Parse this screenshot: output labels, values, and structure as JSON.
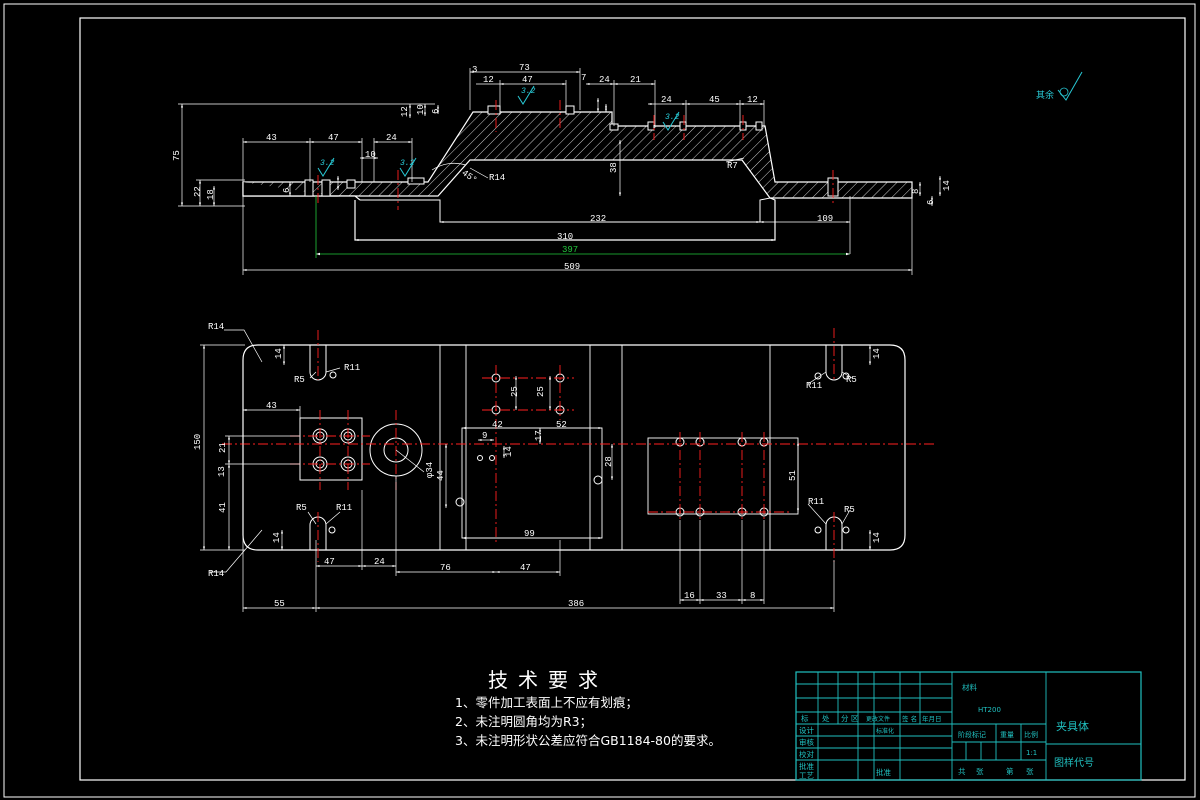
{
  "colors": {
    "background": "#000000",
    "outline": "#ffffff",
    "dimension": "#ffffff",
    "centerline": "#ff2020",
    "hatch": "#ffffff",
    "fit_dimension": "#22c83c",
    "roughness": "#28c8d4",
    "titleblock": "#20c0c0"
  },
  "roughness": {
    "global_label": "其余",
    "value": "3.2"
  },
  "front_view_dims": {
    "d73": "73",
    "d47_top": "47",
    "d3": "3",
    "d12_top": "12",
    "d7": "7",
    "d24_top": "24",
    "d21": "21",
    "d24_r": "24",
    "d45": "45",
    "d12_r": "12",
    "d43": "43",
    "d47_l": "47",
    "d24_l": "24",
    "d10": "10",
    "d75": "75",
    "d22": "22",
    "d18": "18",
    "d6a": "6",
    "d6b": "6",
    "d12_v": "12",
    "d10_v": "10",
    "d38": "38",
    "d8": "8",
    "d14": "14",
    "d6_r": "6",
    "angle": "45°",
    "r14": "R14",
    "r7": "R7",
    "d232": "232",
    "d109": "109",
    "d310": "310",
    "d397": "397",
    "d509": "509"
  },
  "top_view_dims": {
    "r14_a": "R14",
    "r14_b": "R14",
    "r11_a": "R11",
    "r5_a": "R5",
    "r11_b": "R11",
    "r5_b": "R5",
    "r11_c": "R11",
    "r5_c": "R5",
    "r11_d": "R11",
    "r5_d": "R5",
    "d14_a": "14",
    "d14_b": "14",
    "d14_c": "14",
    "d14_d": "14",
    "d43": "43",
    "d150": "150",
    "d21": "21",
    "d13": "13",
    "d41": "41",
    "phi34": "φ34",
    "d44": "44",
    "d42": "42",
    "d52": "52",
    "d9": "9",
    "d17": "17",
    "d14_c2": "14",
    "d25a": "25",
    "d25b": "25",
    "d28": "28",
    "d99": "99",
    "d51": "51",
    "d47_a": "47",
    "d24": "24",
    "d76": "76",
    "d47_b": "47",
    "d55": "55",
    "d386": "386",
    "d16": "16",
    "d33": "33",
    "d8": "8"
  },
  "tech": {
    "title": "技术要求",
    "items": [
      "1、零件加工表面上不应有划痕；",
      "2、未注明圆角均为R3；",
      "3、未注明形状公差应符合GB1184-80的要求。"
    ]
  },
  "titleblock": {
    "material_label": "材料",
    "material": "HT200",
    "part_name": "夹具体",
    "drawing_code": "图样代号",
    "col_headers": [
      "标",
      "处",
      "分 区",
      "更改文件",
      "签 名",
      "年月日"
    ],
    "row_labels": [
      "设计",
      "审核",
      "校对",
      "批准",
      "工艺"
    ],
    "std_label": "标准化",
    "stage_label": "阶段标记",
    "weight_label": "重量",
    "scale_label": "比例",
    "scale": "1:1",
    "sheet_labels": [
      "共",
      "张",
      "第",
      "张"
    ],
    "approve_label": "批准"
  }
}
